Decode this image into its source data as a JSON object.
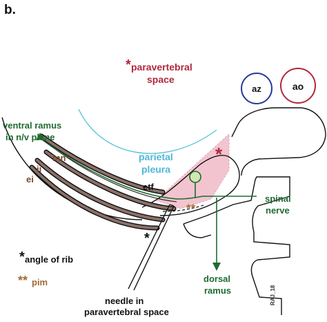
{
  "panel_label": "b.",
  "labels": {
    "paravertebral_star": "*",
    "paravertebral_line1": "paravertebral",
    "paravertebral_line2": "space",
    "az": "az",
    "ao": "ao",
    "ventral_line1": "ventral ramus",
    "ventral_line2": "in n/v plane",
    "inn": "inn",
    "ii": "ii",
    "ei": "ei",
    "parietal_line1": "parietal",
    "parietal_line2": "pleura",
    "star_red": "*",
    "etf": "etf",
    "double_star": "**",
    "star_black": "*",
    "spinal_line1": "spinal",
    "spinal_line2": "nerve",
    "legend_star": "*",
    "legend_angle": "angle of rib",
    "legend_double_star": "**",
    "legend_pim": "pim",
    "dorsal_line1": "dorsal",
    "dorsal_line2": "ramus",
    "needle_line1": "needle in",
    "needle_line2": "paravertebral space",
    "signature": "RAJ_18"
  },
  "colors": {
    "red": "#b0283c",
    "green": "#1e6b30",
    "brown": "#7a4a2a",
    "blue": "#2a3c9a",
    "cyan": "#5ec3dc",
    "pink": "#f2c4d0",
    "black": "#111111"
  }
}
